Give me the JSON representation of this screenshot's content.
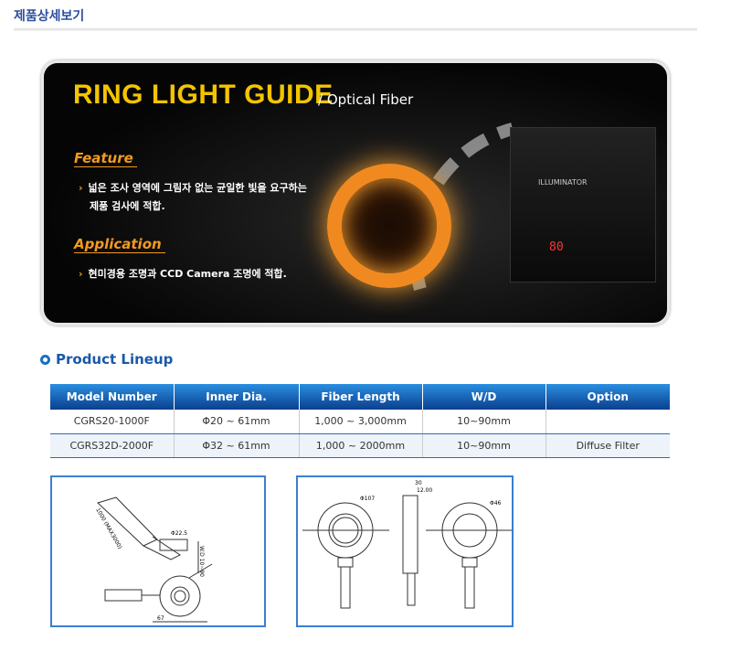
{
  "page_title": "제품상세보기",
  "banner": {
    "title": "RING LIGHT GUIDE",
    "subtitle": "/ Optical Fiber",
    "feature_heading": "Feature",
    "feature_lines": [
      "넓은 조사 영역에 그림자 없는 균일한 빛을 요구하는",
      "제품 검사에 적합."
    ],
    "application_heading": "Application",
    "application_lines": [
      "현미경용 조명과 CCD Camera 조명에 적합."
    ],
    "device_label": "ILLUMINATOR",
    "device_display": "80"
  },
  "lineup": {
    "heading": "Product Lineup",
    "columns": [
      "Model  Number",
      "Inner Dia.",
      "Fiber Length",
      "W/D",
      "Option"
    ],
    "rows": [
      [
        "CGRS20-1000F",
        "Φ20 ~ 61mm",
        "1,000 ~ 3,000mm",
        "10~90mm",
        ""
      ],
      [
        "CGRS32D-2000F",
        "Φ32 ~ 61mm",
        "1,000 ~ 2000mm",
        "10~90mm",
        "Diffuse Filter"
      ]
    ]
  },
  "drawings": {
    "left": {
      "labels": [
        "Φ22.5",
        "67",
        "1000 (MAX3000)",
        "W.D 10~90"
      ]
    },
    "right": {
      "labels": [
        "Φ107",
        "30",
        "12.00",
        "Φ46"
      ]
    }
  },
  "colors": {
    "accent": "#1b59a8",
    "banner_title": "#f4c400",
    "banner_heading": "#f39a1e"
  }
}
